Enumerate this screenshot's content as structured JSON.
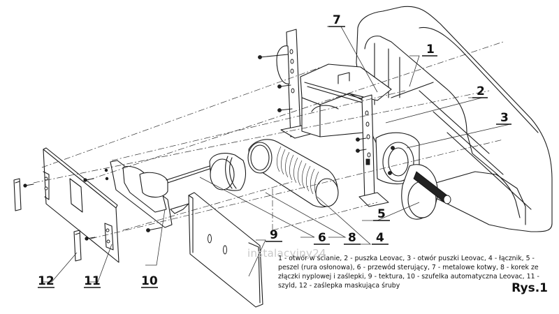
{
  "figure": {
    "label": "Rys.1",
    "watermark": "instalacyjny24",
    "caption": "1 - otwór w ścianie, 2 - puszka Leovac, 3 - otwór puszki Leovac, 4 - łącznik, 5 - peszel (rura osłonowa), 6 - przewód sterujący, 7 - metalowe kotwy, 8 - korek ze złączki nyplowej i zaślepki, 9 - tektura, 10 - szufelka automatyczna Leovac, 11 - szyld, 12 - zaślepka maskująca śruby",
    "callouts": [
      {
        "number": "1",
        "part": "otwór w ścianie"
      },
      {
        "number": "2",
        "part": "puszka Leovac"
      },
      {
        "number": "3",
        "part": "otwór puszki Leovac"
      },
      {
        "number": "4",
        "part": "łącznik"
      },
      {
        "number": "5",
        "part": "peszel (rura osłonowa)"
      },
      {
        "number": "6",
        "part": "przewód sterujący"
      },
      {
        "number": "7",
        "part": "metalowe kotwy"
      },
      {
        "number": "8",
        "part": "korek ze złączki nyplowej i zaślepki"
      },
      {
        "number": "9",
        "part": "tektura"
      },
      {
        "number": "10",
        "part": "szufelka automatyczna Leovac"
      },
      {
        "number": "11",
        "part": "szyld"
      },
      {
        "number": "12",
        "part": "zaślepka maskująca śruby"
      }
    ]
  }
}
